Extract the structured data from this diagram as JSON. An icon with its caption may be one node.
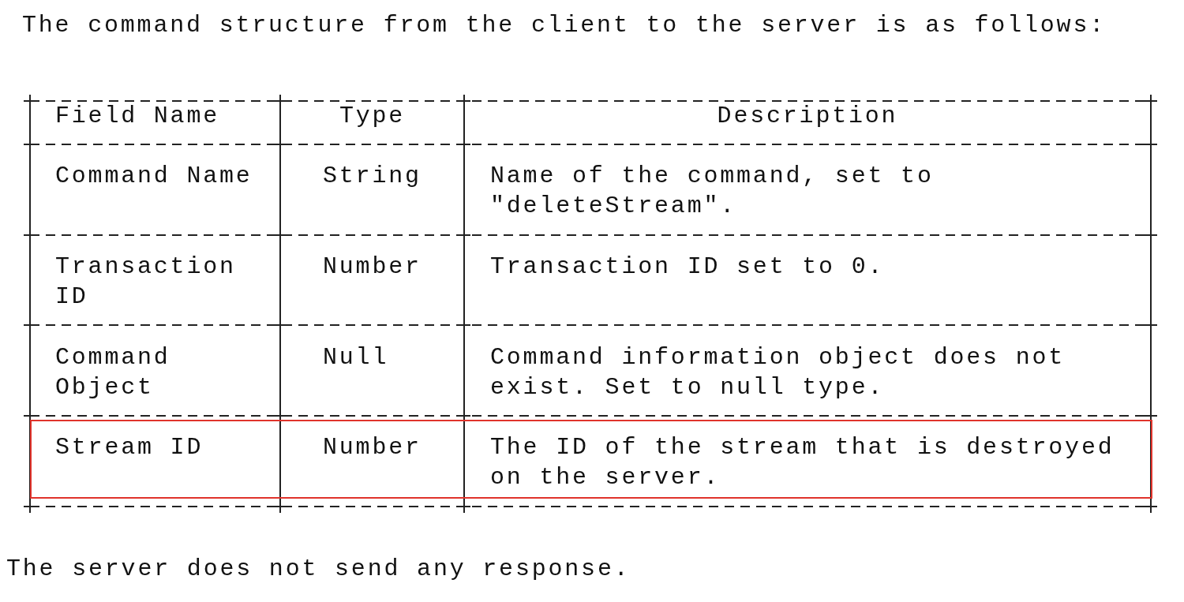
{
  "diagram": {
    "title": "The command structure from the client to the server is as follows:",
    "caption": "The server does not send any response.",
    "nodes": [
      {
        "text": [
          "Stream ID",
          "Number",
          "The ID of the stream that is destroyed on the server."
        ]
      }
    ],
    "labels": [
      "Field Name",
      "Type",
      "Description",
      "Command Name",
      "String",
      "Name of the command, set to \"deleteStream\".",
      "Transaction ID",
      "Number",
      "Transaction ID set to 0.",
      "Command Object",
      "Null",
      "Command information object does not exist. Set to null type."
    ]
  }
}
